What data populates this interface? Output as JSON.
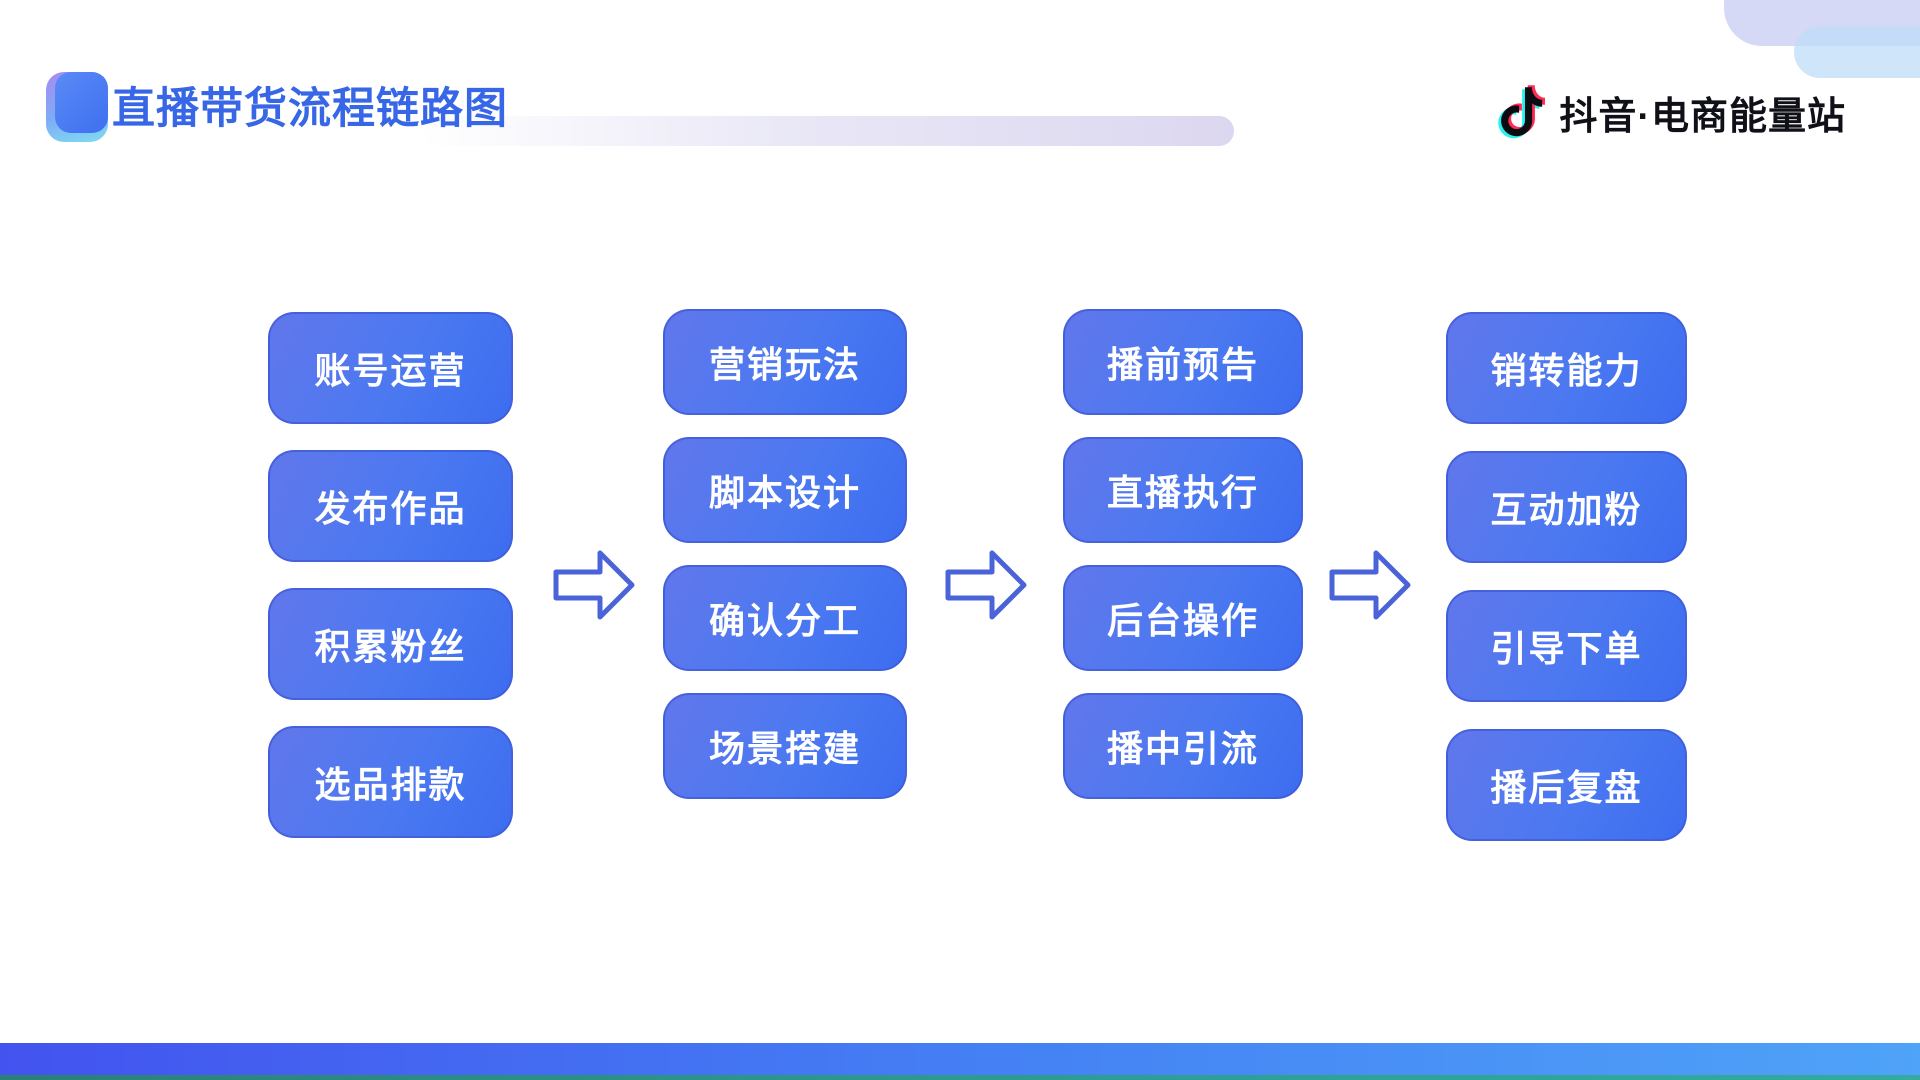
{
  "header": {
    "title": "直播带货流程链路图",
    "brand": "抖音·电商能量站"
  },
  "columns": [
    {
      "items": [
        "账号运营",
        "发布作品",
        "积累粉丝",
        "选品排款"
      ]
    },
    {
      "items": [
        "营销玩法",
        "脚本设计",
        "确认分工",
        "场景搭建"
      ]
    },
    {
      "items": [
        "播前预告",
        "直播执行",
        "后台操作",
        "播中引流"
      ]
    },
    {
      "items": [
        "销转能力",
        "互动加粉",
        "引导下单",
        "播后复盘"
      ]
    }
  ],
  "arrows": {
    "count": 3,
    "direction": "right",
    "style": "hollow-outline"
  },
  "icons": {
    "brand": "douyin-note-icon",
    "title_badge": "rounded-square-badge",
    "flow": "hollow-right-arrow"
  },
  "colors": {
    "title_blue": "#3767E6",
    "box_gradient_start": "#6177EB",
    "box_gradient_end": "#3D6DF0",
    "box_border": "#3E55D4",
    "box_text": "#FFFFFF",
    "arrow_stroke": "#4A63D8",
    "footer_gradient_start": "#4353EF",
    "footer_gradient_end": "#4FA3F8",
    "footer_teal_strip": "#2E9C93",
    "deco_lavender": "#CACFF3",
    "deco_light_blue": "#BFDCF8",
    "brand_black": "#101018",
    "douyin_cyan": "#25F4EE",
    "douyin_red": "#FE2C55"
  }
}
